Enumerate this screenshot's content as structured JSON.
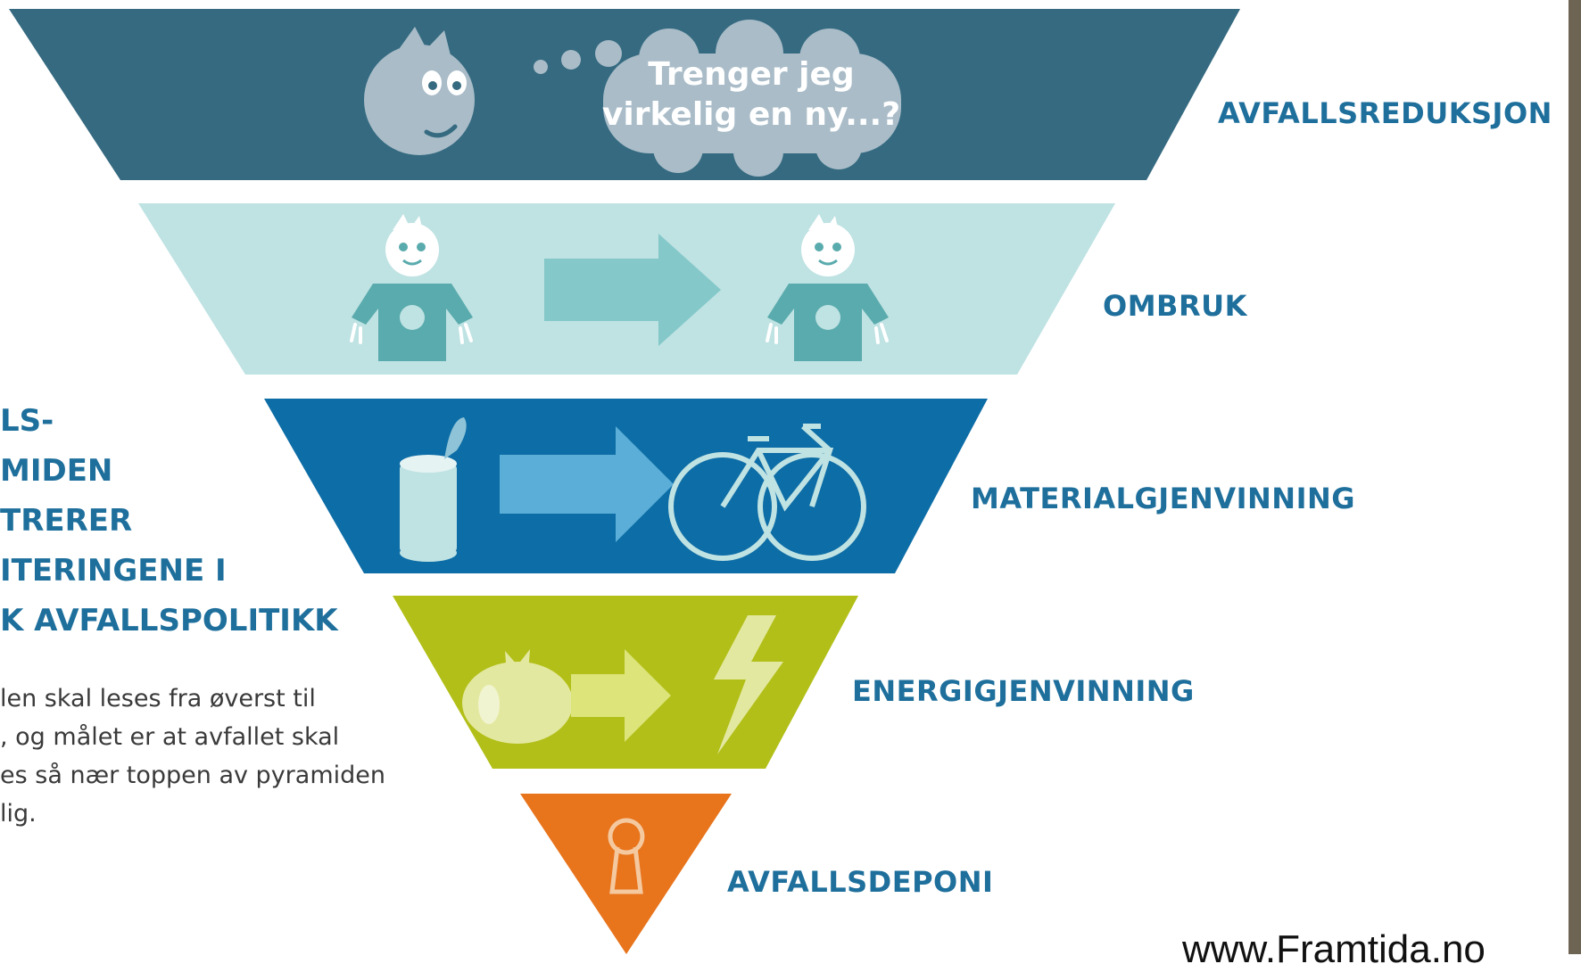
{
  "colors": {
    "level_reduction": "#356a80",
    "level_reuse": "#bfe2e3",
    "level_material": "#0d6da6",
    "level_energy": "#b2bf18",
    "level_landfill": "#e8741c",
    "label_text": "#1e6f9c",
    "edge_strip": "#6e6453"
  },
  "pyramid": {
    "levels": [
      {
        "label": "AVFALLSREDUKSJON",
        "icon": "face-thinking-icon"
      },
      {
        "label": "OMBRUK",
        "icon": "tshirt-reuse-icon"
      },
      {
        "label": "MATERIALGJENVINNING",
        "icon": "can-to-bicycle-icon"
      },
      {
        "label": "ENERGIGJENVINNING",
        "icon": "bag-to-lightning-icon"
      },
      {
        "label": "AVFALLSDEPONI",
        "icon": "keyhole-icon"
      }
    ],
    "speech_bubble": {
      "line1": "Trenger jeg",
      "line2": "virkelig en ny...?"
    }
  },
  "intro": {
    "heading_lines": [
      "LS-",
      "MIDEN",
      "TRERER",
      "ITERINGENE I",
      "K AVFALLSPOLITIKK"
    ],
    "body_lines": [
      "len skal leses fra øverst til",
      ", og målet er at avfallet skal",
      "es så nær toppen av pyramiden",
      "lig."
    ]
  },
  "credit": "www.Framtida.no"
}
